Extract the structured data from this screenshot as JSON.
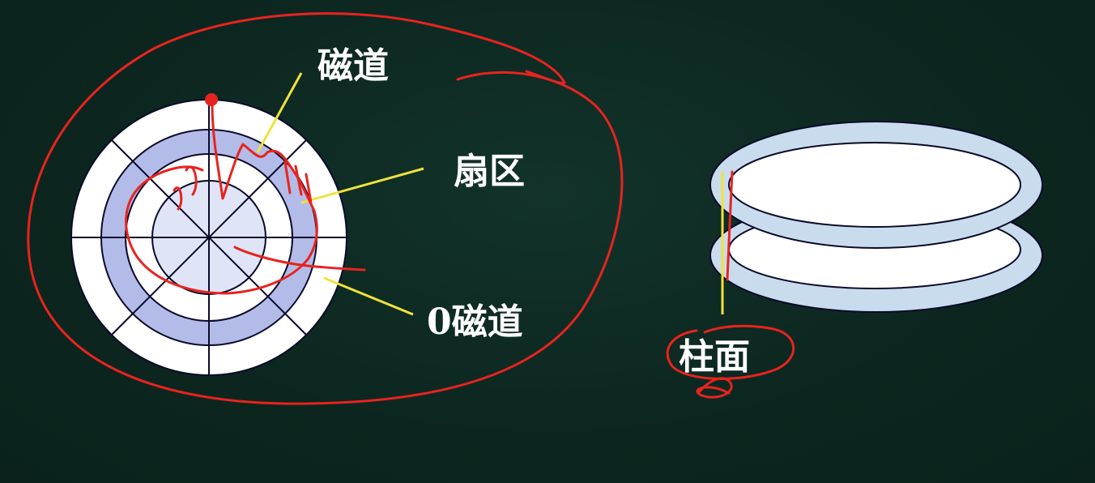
{
  "labels": {
    "track": "磁道",
    "sector": "扇区",
    "track_zero": "0磁道",
    "cylinder": "柱面"
  },
  "colors": {
    "background": "#0d2a22",
    "disk_face": "#ffffff",
    "disk_track_fill": "#b3bce8",
    "disk_inner_fill": "#dfe5f7",
    "disk_lines": "#0a0a2a",
    "leader_line": "#f0e23a",
    "annotation": "#e8231f",
    "platter_edge": "#c9dcee",
    "platter_top": "#ffffff"
  }
}
